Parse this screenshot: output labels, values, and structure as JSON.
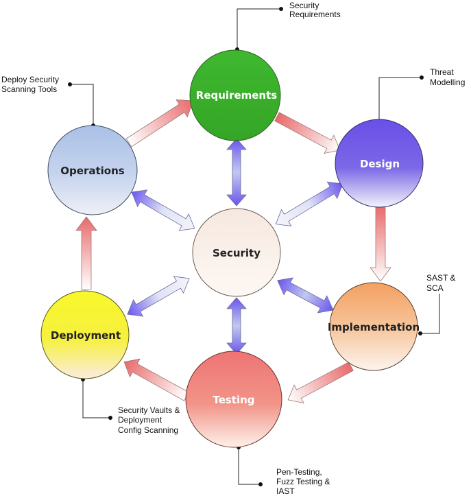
{
  "nodes": {
    "requirements": {
      "label": "Requirements",
      "text_color": "#ffffff"
    },
    "design": {
      "label": "Design",
      "text_color": "#ffffff"
    },
    "implementation": {
      "label": "Implementation",
      "text_color": "#222222"
    },
    "testing": {
      "label": "Testing",
      "text_color": "#ffffff"
    },
    "deployment": {
      "label": "Deployment",
      "text_color": "#222222"
    },
    "operations": {
      "label": "Operations",
      "text_color": "#222222"
    },
    "security": {
      "label": "Security",
      "text_color": "#222222"
    }
  },
  "callouts": {
    "requirements": [
      "Security",
      "Requirements"
    ],
    "design": [
      "Threat",
      "Modelling"
    ],
    "implementation": [
      "SAST &",
      "SCA"
    ],
    "testing": [
      "Pen-Testing,",
      "Fuzz Testing &",
      "IAST"
    ],
    "deployment": [
      "Security Vaults &",
      "Deployment",
      "Config Scanning"
    ],
    "operations": [
      "Deploy Security",
      "Scanning Tools"
    ]
  },
  "colors": {
    "requirements": "#3fb82f",
    "design": "#6a4fe8",
    "implementation": "#f4a060",
    "testing": "#ee7474",
    "deployment": "#f8f82a",
    "operations": "#aac0e6",
    "security": "#f6e8e0",
    "cycle_arrow": "#e87070",
    "security_arrow": "#6a55ee"
  }
}
